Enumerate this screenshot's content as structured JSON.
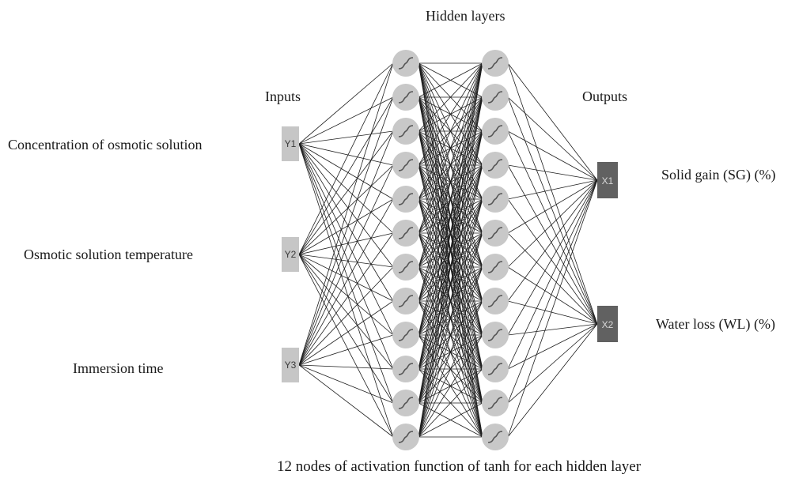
{
  "title": "Hidden layers",
  "inputs_heading": "Inputs",
  "outputs_heading": "Outputs",
  "inputs": [
    {
      "id": "Y1",
      "label": "Concentration of osmotic solution"
    },
    {
      "id": "Y2",
      "label": "Osmotic solution temperature"
    },
    {
      "id": "Y3",
      "label": "Immersion time"
    }
  ],
  "outputs": [
    {
      "id": "X1",
      "label": "Solid gain (SG) (%)"
    },
    {
      "id": "X2",
      "label": "Water loss (WL) (%)"
    }
  ],
  "hidden_layers": [
    {
      "nodes": 12,
      "activation": "tanh"
    },
    {
      "nodes": 12,
      "activation": "tanh"
    }
  ],
  "caption": "12 nodes of activation function of tanh for each hidden layer",
  "colors": {
    "input_box": "#c6c6c6",
    "output_box": "#616161",
    "hidden_node": "#c8c8c8",
    "edge": "#1e1e1e"
  }
}
